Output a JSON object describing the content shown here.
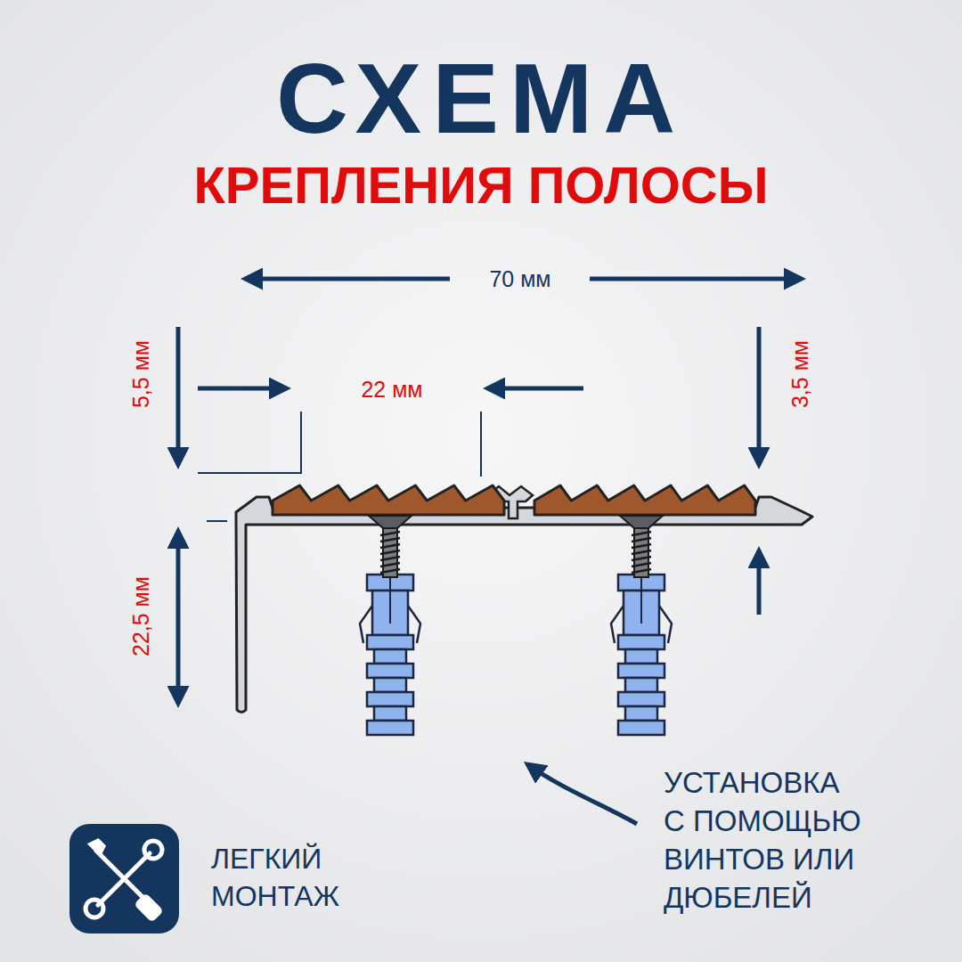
{
  "diagram": {
    "title": "СХЕМА",
    "labels": [
      "КРЕПЛЕНИЯ ПОЛОСЫ",
      "70 мм",
      "5,5 мм",
      "22 мм",
      "3,5 мм",
      "22,5 мм",
      "УСТАНОВКА С ПОМОЩЬЮ ВИНТОВ ИЛИ ДЮБЕЛЕЙ",
      "ЛЕГКИЙ МОНТАЖ"
    ]
  }
}
